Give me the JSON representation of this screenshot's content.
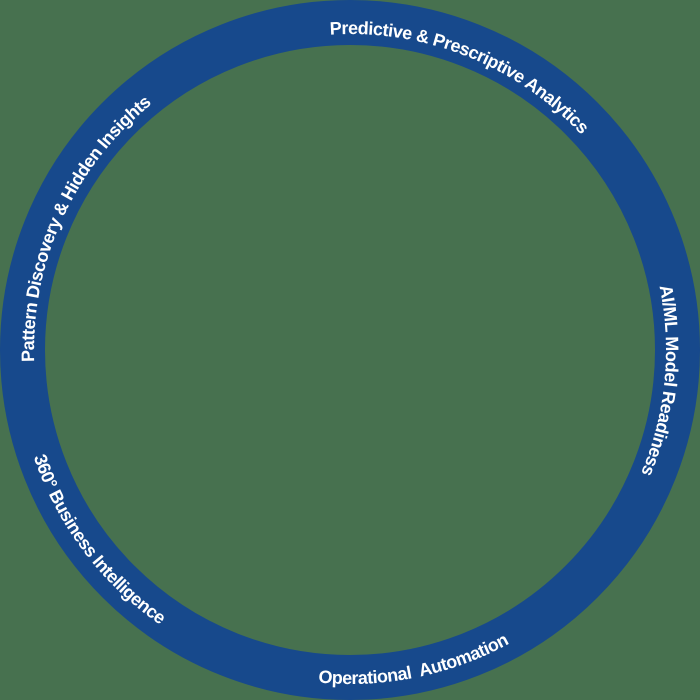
{
  "background_color": "#47714f",
  "ring": {
    "color": "#17498c",
    "text_color": "#ffffff",
    "labels": {
      "top_left": "Pattern Discovery & Hidden Insights",
      "top": "Predictive & Prescriptive Analytics",
      "right": "AI/ML Model Readiness",
      "bottom_left": "360° Business Intelligence",
      "bottom": "Operational  Automation"
    }
  }
}
